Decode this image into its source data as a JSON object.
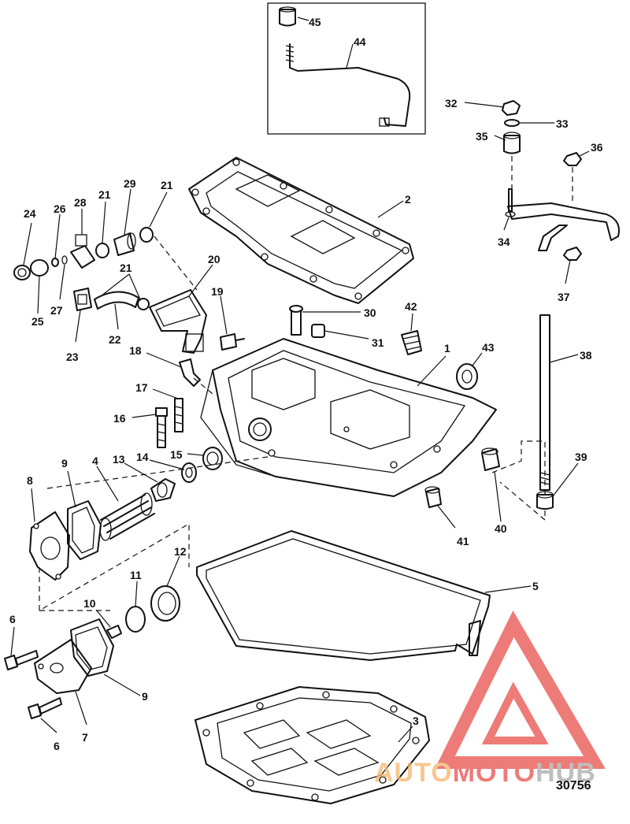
{
  "figure_number": "30756",
  "watermark": {
    "part1": "AUTO",
    "part2": "MOTO",
    "part3": "HUB",
    "color_light": "#f5b56a",
    "color_red": "#e8504a",
    "color_gray": "#a9a9a9"
  },
  "callouts": [
    {
      "id": "1",
      "text": "1"
    },
    {
      "id": "2",
      "text": "2"
    },
    {
      "id": "3",
      "text": "3"
    },
    {
      "id": "4",
      "text": "4"
    },
    {
      "id": "5",
      "text": "5"
    },
    {
      "id": "6a",
      "text": "6"
    },
    {
      "id": "6b",
      "text": "6"
    },
    {
      "id": "7",
      "text": "7"
    },
    {
      "id": "8",
      "text": "8"
    },
    {
      "id": "9a",
      "text": "9"
    },
    {
      "id": "9b",
      "text": "9"
    },
    {
      "id": "10",
      "text": "10"
    },
    {
      "id": "11",
      "text": "11"
    },
    {
      "id": "12",
      "text": "12"
    },
    {
      "id": "13",
      "text": "13"
    },
    {
      "id": "14",
      "text": "14"
    },
    {
      "id": "15",
      "text": "15"
    },
    {
      "id": "16",
      "text": "16"
    },
    {
      "id": "17",
      "text": "17"
    },
    {
      "id": "18",
      "text": "18"
    },
    {
      "id": "19",
      "text": "19"
    },
    {
      "id": "20",
      "text": "20"
    },
    {
      "id": "21a",
      "text": "21"
    },
    {
      "id": "21b",
      "text": "21"
    },
    {
      "id": "21c",
      "text": "21"
    },
    {
      "id": "22",
      "text": "22"
    },
    {
      "id": "23",
      "text": "23"
    },
    {
      "id": "24",
      "text": "24"
    },
    {
      "id": "25",
      "text": "25"
    },
    {
      "id": "26",
      "text": "26"
    },
    {
      "id": "27",
      "text": "27"
    },
    {
      "id": "28",
      "text": "28"
    },
    {
      "id": "29",
      "text": "29"
    },
    {
      "id": "30",
      "text": "30"
    },
    {
      "id": "31",
      "text": "31"
    },
    {
      "id": "32",
      "text": "32"
    },
    {
      "id": "33",
      "text": "33"
    },
    {
      "id": "34",
      "text": "34"
    },
    {
      "id": "35",
      "text": "35"
    },
    {
      "id": "36",
      "text": "36"
    },
    {
      "id": "37",
      "text": "37"
    },
    {
      "id": "38",
      "text": "38"
    },
    {
      "id": "39",
      "text": "39"
    },
    {
      "id": "40",
      "text": "40"
    },
    {
      "id": "41",
      "text": "41"
    },
    {
      "id": "42",
      "text": "42"
    },
    {
      "id": "43",
      "text": "43"
    },
    {
      "id": "44",
      "text": "44"
    },
    {
      "id": "45",
      "text": "45"
    }
  ]
}
